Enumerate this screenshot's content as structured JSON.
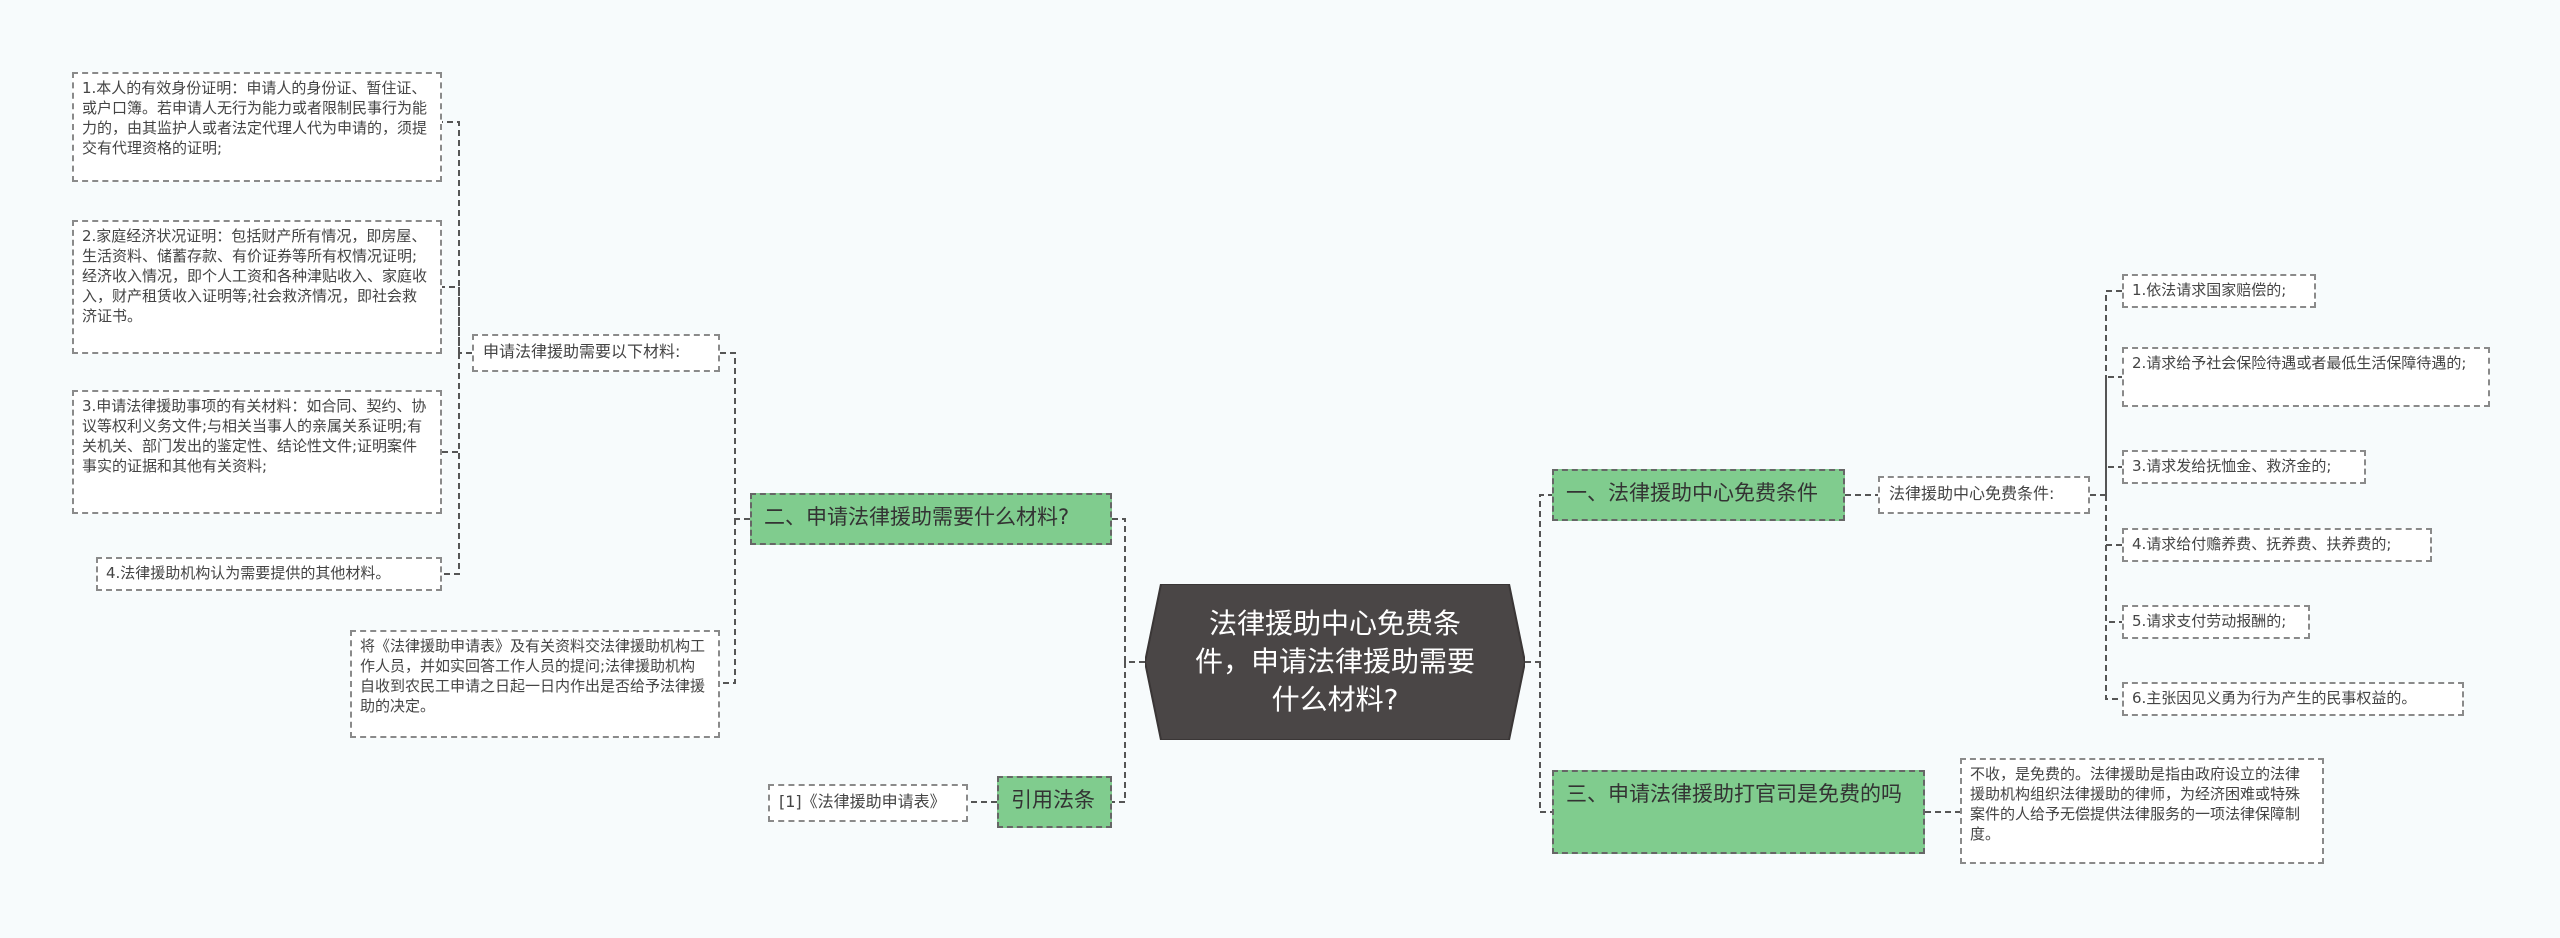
{
  "center": {
    "title": "法律援助中心免费条件，申请法律援助需要什么材料?"
  },
  "branch_two": {
    "label": "二、申请法律援助需要什么材料?",
    "sub_label": "申请法律援助需要以下材料:",
    "items": [
      "1.本人的有效身份证明：申请人的身份证、暂住证、或户口簿。若申请人无行为能力或者限制民事行为能力的，由其监护人或者法定代理人代为申请的，须提交有代理资格的证明;",
      "2.家庭经济状况证明：包括财产所有情况，即房屋、生活资料、储蓄存款、有价证券等所有权情况证明;经济收入情况，即个人工资和各种津贴收入、家庭收入，财产租赁收入证明等;社会救济情况，即社会救济证书。",
      "3.申请法律援助事项的有关材料：如合同、契约、协议等权利义务文件;与相关当事人的亲属关系证明;有关机关、部门发出的鉴定性、结论性文件;证明案件事实的证据和其他有关资料;",
      "4.法律援助机构认为需要提供的其他材料。"
    ],
    "note": "将《法律援助申请表》及有关资料交法律援助机构工作人员，并如实回答工作人员的提问;法律援助机构自收到农民工申请之日起一日内作出是否给予法律援助的决定。"
  },
  "branch_cite": {
    "label": "引用法条",
    "item": "[1]《法律援助申请表》"
  },
  "branch_one": {
    "label": "一、法律援助中心免费条件",
    "sub_label": "法律援助中心免费条件:",
    "items": [
      "1.依法请求国家赔偿的;",
      "2.请求给予社会保险待遇或者最低生活保障待遇的;",
      "3.请求发给抚恤金、救济金的;",
      "4.请求给付赡养费、抚养费、扶养费的;",
      "5.请求支付劳动报酬的;",
      "6.主张因见义勇为行为产生的民事权益的。"
    ]
  },
  "branch_three": {
    "label": "三、申请法律援助打官司是免费的吗",
    "item": "不收，是免费的。法律援助是指由政府设立的法律援助机构组织法律援助的律师，为经济困难或特殊案件的人给予无偿提供法律服务的一项法律保障制度。"
  },
  "colors": {
    "center_bg": "#4a4646",
    "branch_bg": "#80cc8e",
    "line": "#555555",
    "background": "#f7fbfc"
  }
}
